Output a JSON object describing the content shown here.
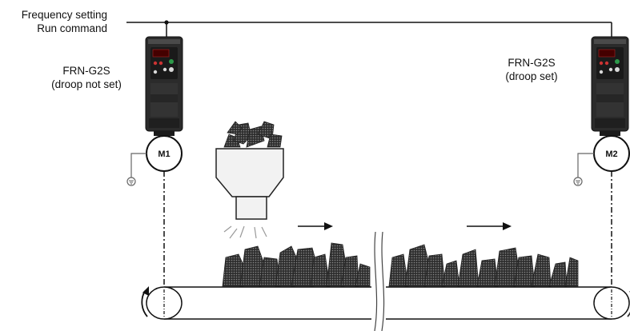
{
  "signal": {
    "line1": "Frequency setting",
    "line2": "Run command"
  },
  "left_drive": {
    "model": "FRN-G2S",
    "note": "(droop not set)",
    "motor": "M1"
  },
  "right_drive": {
    "model": "FRN-G2S",
    "note": "(droop set)",
    "motor": "M2"
  },
  "colors": {
    "line": "#111111",
    "drive_body": "#2b2b2b",
    "material": "#3a3a3a",
    "hopper": "#f2f2f2"
  }
}
